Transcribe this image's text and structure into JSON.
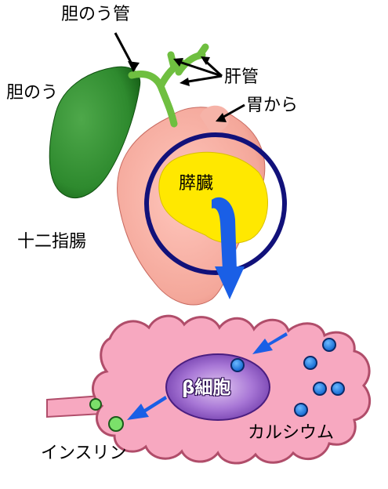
{
  "labels": {
    "gallbladder_duct": "胆のう管",
    "gallbladder": "胆のう",
    "hepatic_duct": "肝管",
    "from_stomach": "胃から",
    "pancreas": "膵臓",
    "duodenum": "十二指腸",
    "beta_cell": "β細胞",
    "calcium": "カルシウム",
    "insulin": "インスリン"
  },
  "colors": {
    "gallbladder": "#2e8a2e",
    "bile_duct": "#6fbf40",
    "duodenum": "#f4a79a",
    "pancreas": "#ffe800",
    "circle": "#11117a",
    "arrow_blue": "#1a5fe6",
    "islet": "#f7a8c0",
    "beta_cell": "#8c55c4",
    "calcium_dot": "#1e7fe6",
    "insulin_dot": "#7be06a"
  }
}
